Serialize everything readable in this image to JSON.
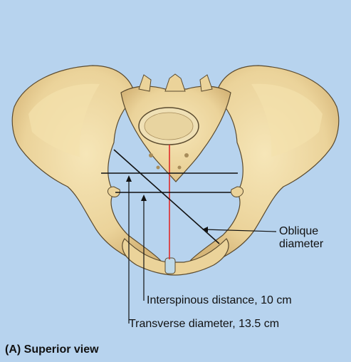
{
  "labels": {
    "oblique_line1": "Oblique",
    "oblique_line2": "diameter",
    "interspinous": "Interspinous distance, 10 cm",
    "transverse": "Transverse diameter, 13.5 cm",
    "view_caption": "(A) Superior view"
  },
  "colors": {
    "background": "#b7d3ee",
    "bone": "#eed9a3",
    "bone_shadow": "#c9a76a",
    "outline": "#5a4a2e",
    "conjugate_line": "#e02a2a",
    "measure_line": "#111111"
  }
}
